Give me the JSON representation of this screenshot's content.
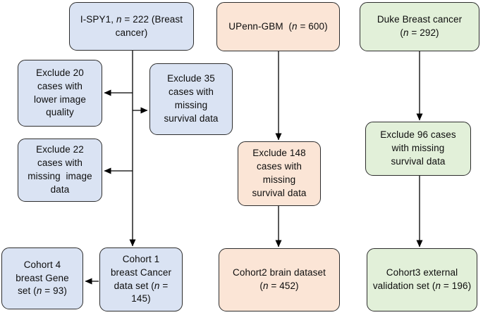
{
  "figure": {
    "type": "flowchart",
    "colors": {
      "breast_cohort_fill": "#dae3f3",
      "gbm_cohort_fill": "#fbe5d6",
      "duke_cohort_fill": "#e2f0d9",
      "box_border": "#2d2d2d",
      "arrow": "#000000",
      "background": "#ffffff"
    },
    "boxes": {
      "ispy1_source": "I-SPY1, n = 222 (Breast\ncancer)",
      "ispy1_exclude_quality": "Exclude 20\ncases with\nlower image\nquality",
      "ispy1_exclude_survival": "Exclude 35\ncases with\nmissing\nsurvival data",
      "ispy1_exclude_image": "Exclude 22\ncases with\nmissing  image\ndata",
      "cohort1": "Cohort 1\nbreast Cancer\ndata set (n =\n145)",
      "cohort4": "Cohort 4\nbreast Gene\nset (n = 93)",
      "upenn_source": "UPenn-GBM  (n = 600)",
      "upenn_exclude_survival": "Exclude 148\ncases with\nmissing\nsurvival data",
      "cohort2": "Cohort2 brain dataset\n(n = 452)",
      "duke_source": "Duke Breast cancer\n(n = 292)",
      "duke_exclude_survival": "Exclude 96 cases\nwith missing\nsurvival data",
      "cohort3": "Cohort3 external\nvalidation set (n = 196)"
    }
  }
}
